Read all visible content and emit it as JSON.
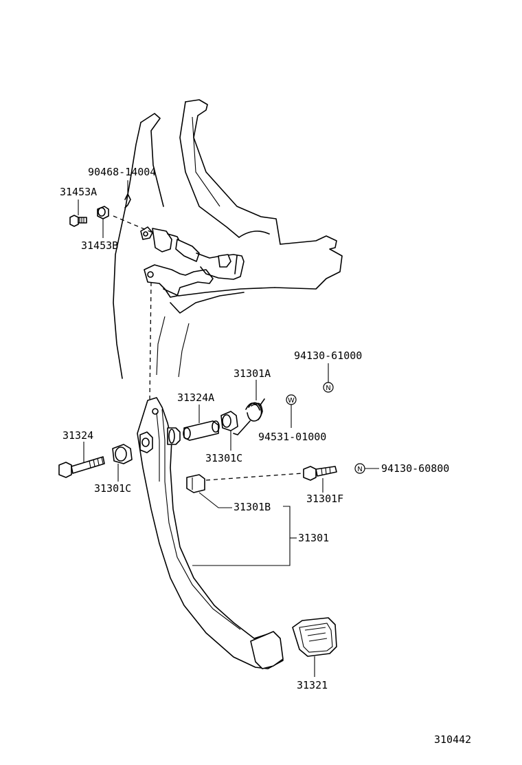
{
  "diagram_id": "310442",
  "parts": {
    "p90468_14004": "90468-14004",
    "p31453A": "31453A",
    "p31453B": "31453B",
    "p94130_61000": "94130-61000",
    "p31301A": "31301A",
    "p31324A": "31324A",
    "p94531_01000": "94531-01000",
    "p31324": "31324",
    "p31301C_upper": "31301C",
    "p31301C_lower": "31301C",
    "p94130_60800": "94130-60800",
    "p31301F": "31301F",
    "p31301B": "31301B",
    "p31301": "31301",
    "p31321": "31321"
  },
  "symbols": {
    "n_mark": "N",
    "w_mark": "W"
  }
}
